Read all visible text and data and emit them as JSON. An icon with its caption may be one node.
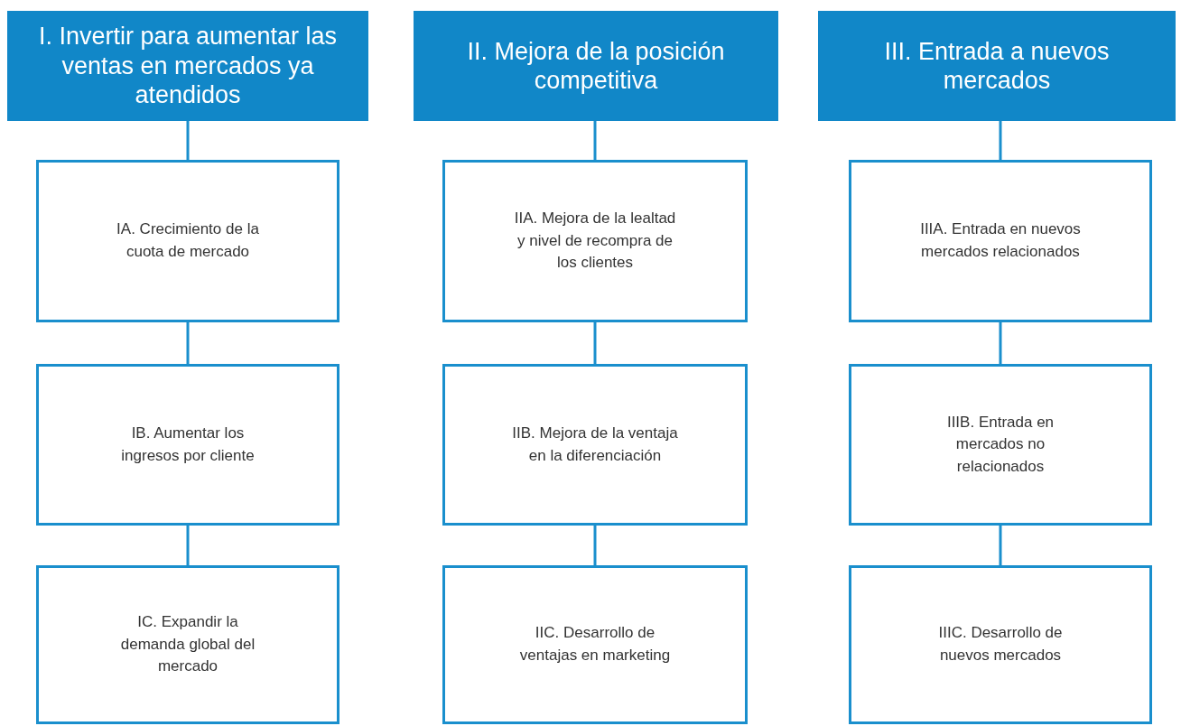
{
  "diagram": {
    "nodes": [
      {
        "text": [
          "I. Invertir para aumentar las ventas en mercados ya atendidos"
        ]
      },
      {
        "text": [
          "IA. Crecimiento de la cuota de mercado"
        ]
      },
      {
        "text": [
          "IB. Aumentar los ingresos por cliente"
        ]
      },
      {
        "text": [
          "IC. Expandir la demanda global del mercado"
        ]
      },
      {
        "text": [
          "II. Mejora de la posición competitiva"
        ]
      },
      {
        "text": [
          "IIA. Mejora de la lealtad y nivel de recompra de los clientes"
        ]
      },
      {
        "text": [
          "IIB. Mejora de la ventaja en la diferenciación"
        ]
      },
      {
        "text": [
          "IIC. Desarrollo de ventajas en marketing"
        ]
      },
      {
        "text": [
          "III. Entrada a nuevos mercados"
        ]
      },
      {
        "text": [
          "IIIA. Entrada en nuevos mercados relacionados"
        ]
      },
      {
        "text": [
          "IIIB. Entrada en mercados no relacionados"
        ]
      },
      {
        "text": [
          "IIIC. Desarrollo de nuevos mercados"
        ]
      }
    ],
    "edges": [
      {
        "from": 0,
        "to": 1,
        "arrow": "none"
      },
      {
        "from": 1,
        "to": 2,
        "arrow": "none"
      },
      {
        "from": 2,
        "to": 3,
        "arrow": "none"
      },
      {
        "from": 4,
        "to": 5,
        "arrow": "none"
      },
      {
        "from": 5,
        "to": 6,
        "arrow": "none"
      },
      {
        "from": 6,
        "to": 7,
        "arrow": "none"
      },
      {
        "from": 8,
        "to": 9,
        "arrow": "none"
      },
      {
        "from": 9,
        "to": 10,
        "arrow": "none"
      },
      {
        "from": 10,
        "to": 11,
        "arrow": "none"
      }
    ]
  }
}
